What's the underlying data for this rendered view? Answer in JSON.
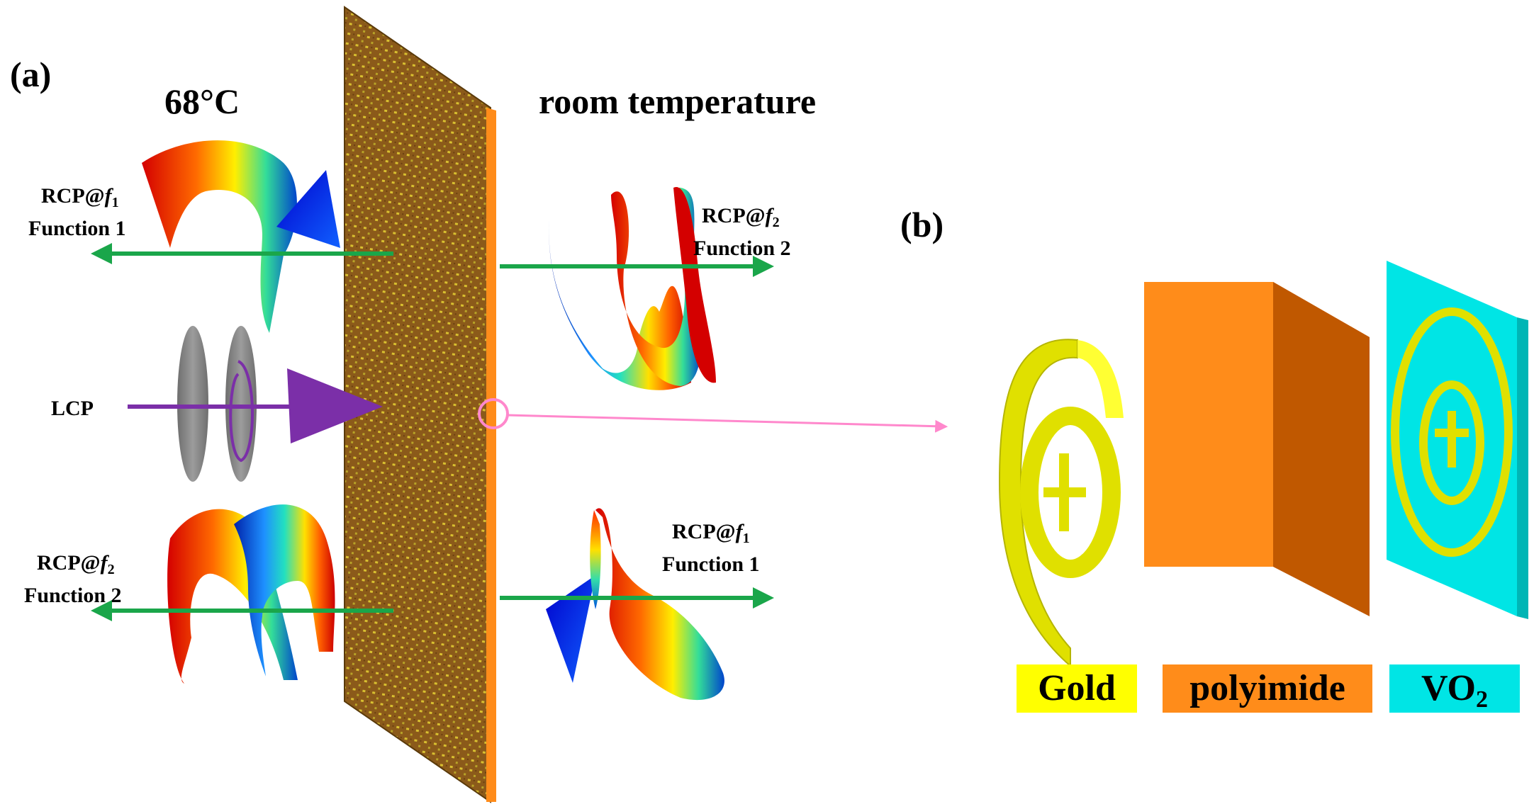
{
  "panel_a": {
    "tag": "(a)",
    "left_temperature": "68°C",
    "right_temperature": "room temperature",
    "input_beam": "LCP",
    "beams": {
      "upper_left": {
        "pol": "RCP@",
        "freq_symbol": "f",
        "freq_sub": "1",
        "function": "Function 1"
      },
      "upper_right": {
        "pol": "RCP@",
        "freq_symbol": "f",
        "freq_sub": "2",
        "function": "Function 2"
      },
      "lower_left": {
        "pol": "RCP@",
        "freq_symbol": "f",
        "freq_sub": "2",
        "function": "Function 2"
      },
      "lower_right": {
        "pol": "RCP@",
        "freq_symbol": "f",
        "freq_sub": "1",
        "function": "Function 1"
      }
    }
  },
  "panel_b": {
    "tag": "(b)",
    "layers": [
      {
        "key": "gold",
        "label": "Gold",
        "color": "#ffff00"
      },
      {
        "key": "polyimide",
        "label": "polyimide",
        "color": "#ff8c1a"
      },
      {
        "key": "vo2",
        "label": "VO",
        "label_sub": "2",
        "color": "#00e5e5"
      }
    ]
  },
  "colors": {
    "beam_arrow": "#1aa64a",
    "lcp_arrow": "#7b2fa8",
    "zoom_marker": "#ff88cc",
    "metasurface": "#8b5a1a",
    "metasurface_edge": "#ff8c1a"
  }
}
